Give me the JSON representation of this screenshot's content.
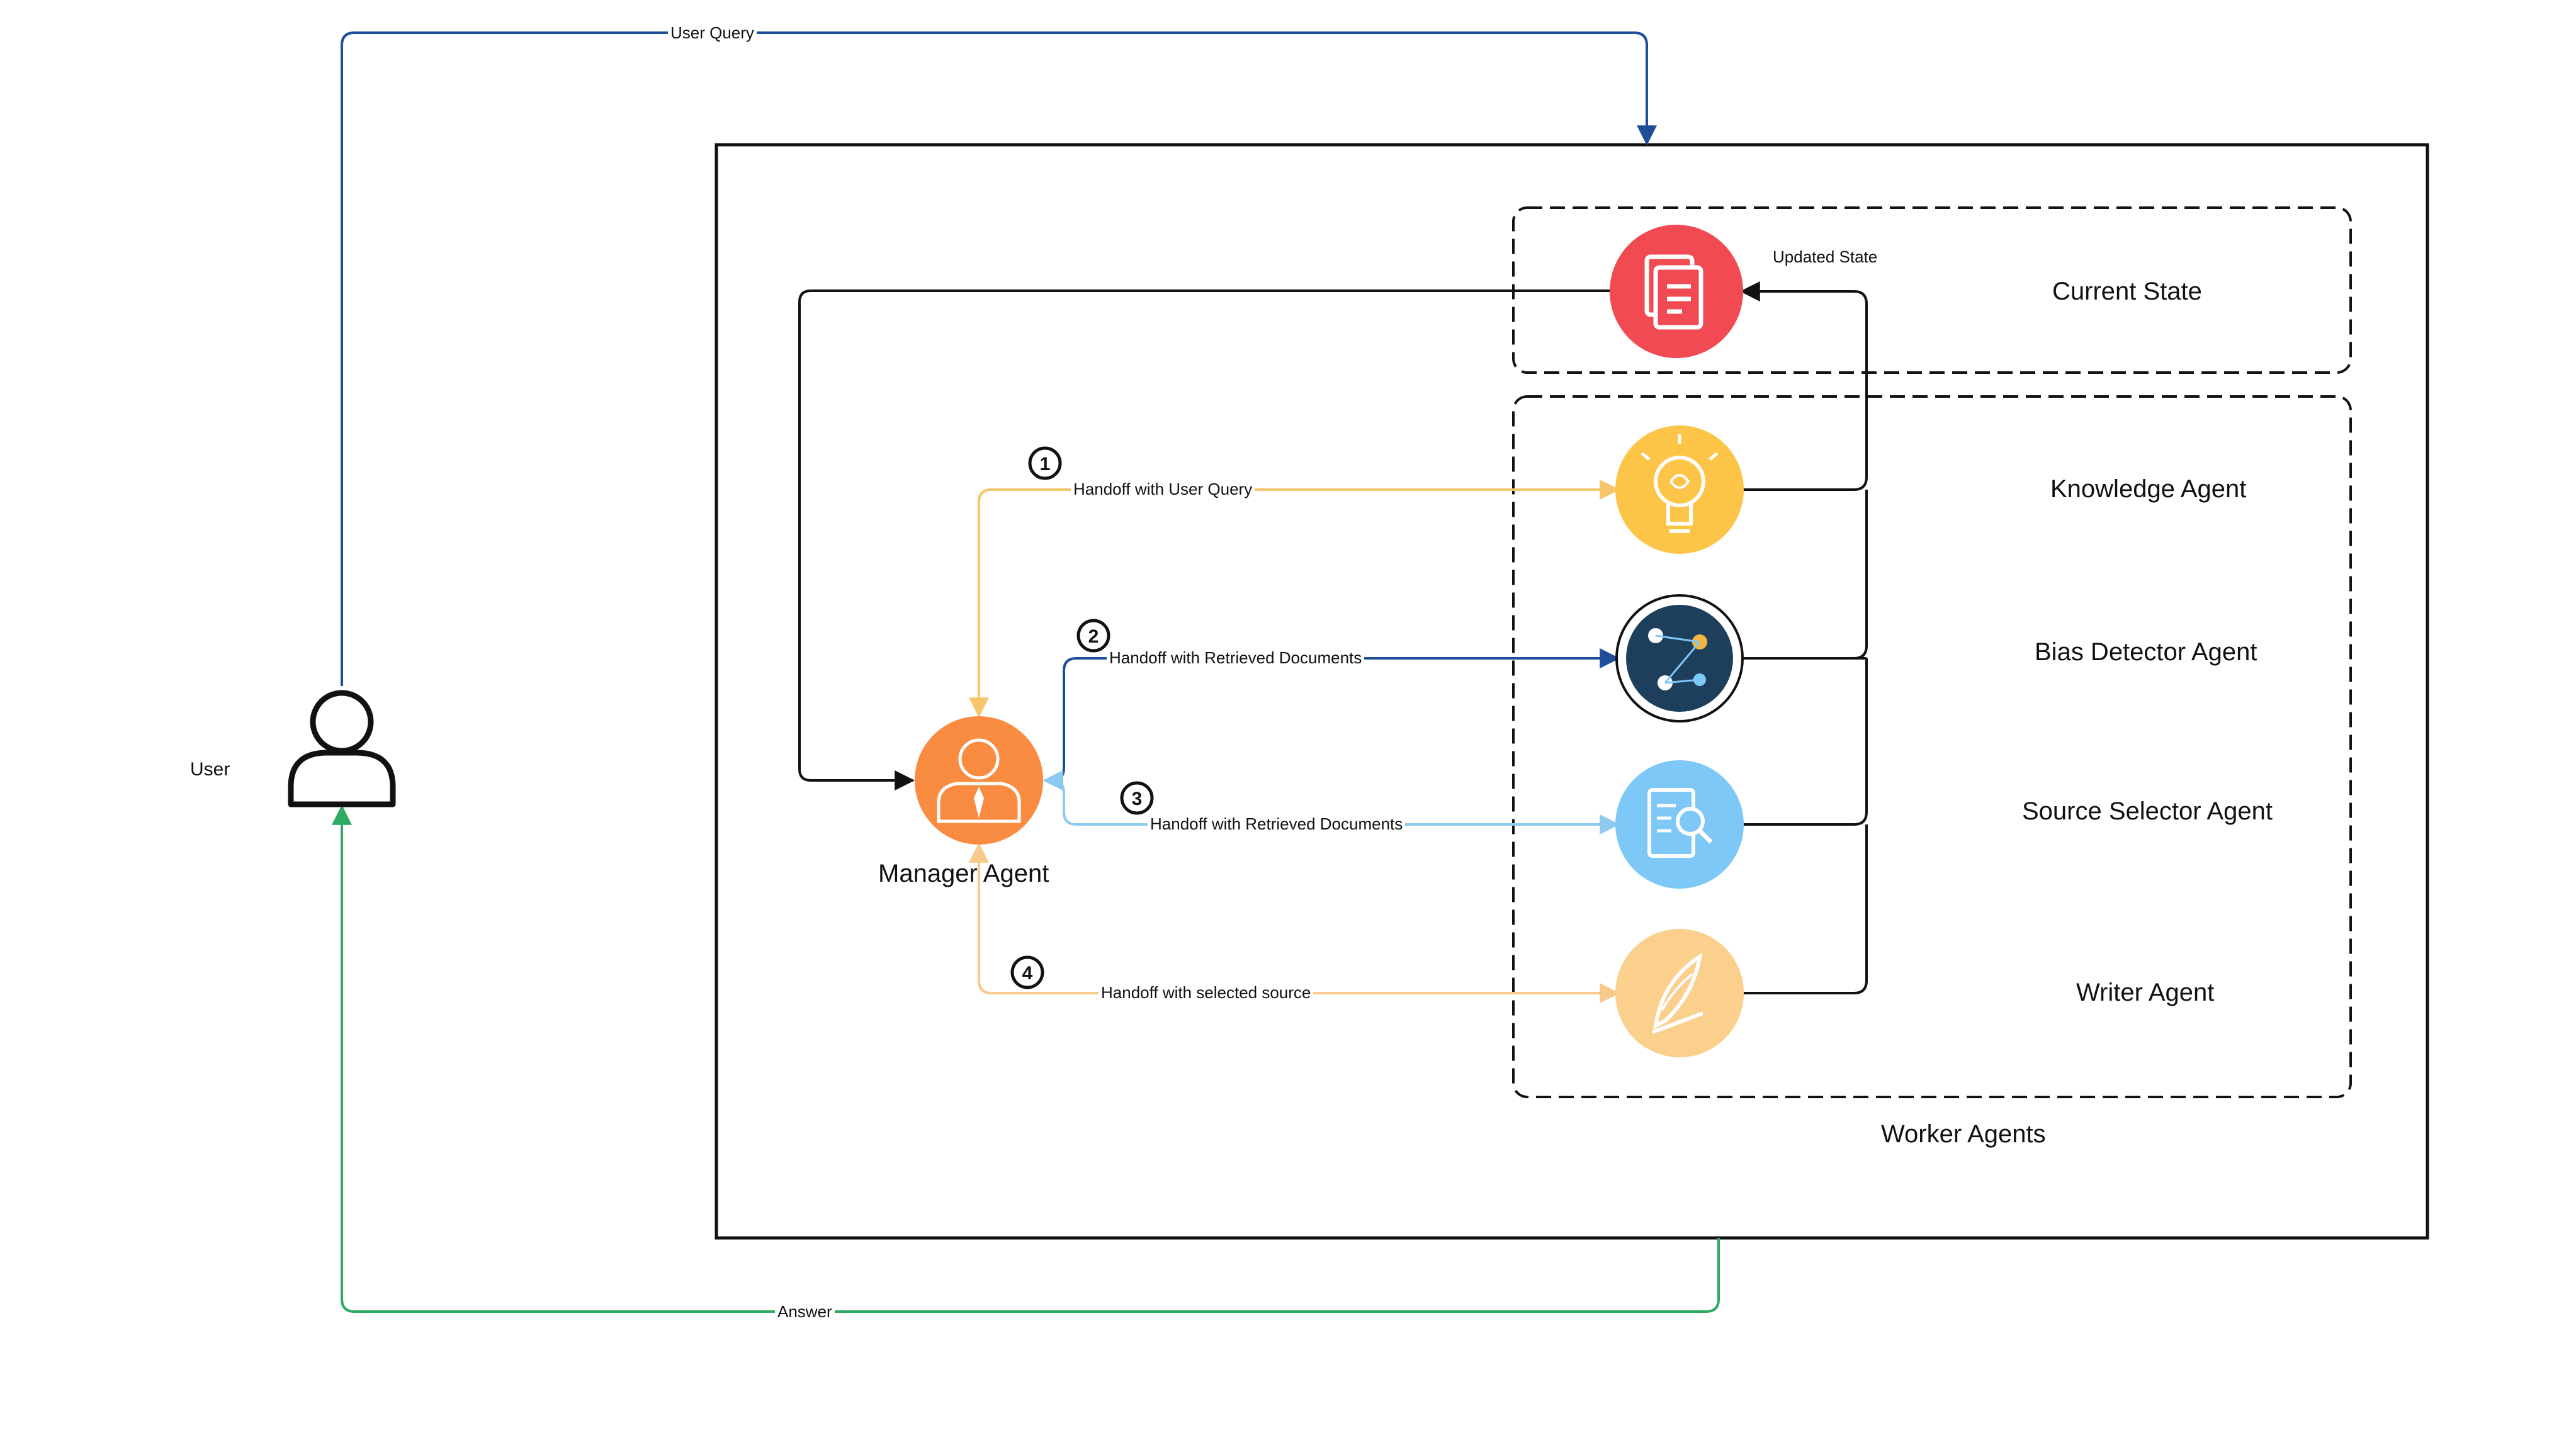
{
  "labels": {
    "user": "User",
    "user_query": "User Query",
    "answer": "Answer",
    "manager_agent": "Manager Agent",
    "updated_state": "Updated State",
    "current_state": "Current State",
    "knowledge_agent": "Knowledge Agent",
    "bias_detector_agent": "Bias Detector Agent",
    "source_selector_agent": "Source Selector Agent",
    "writer_agent": "Writer Agent",
    "worker_agents": "Worker Agents"
  },
  "handoffs": [
    {
      "step": "1",
      "label": "Handoff with User Query"
    },
    {
      "step": "2",
      "label": "Handoff with Retrieved Documents"
    },
    {
      "step": "3",
      "label": "Handoff with Retrieved Documents"
    },
    {
      "step": "4",
      "label": "Handoff with selected source"
    }
  ],
  "icons": {
    "user": "user-icon",
    "manager": "manager-agent-icon",
    "current_state": "document-icon",
    "knowledge": "lightbulb-brain-icon",
    "bias": "people-network-icon",
    "source": "document-search-icon",
    "writer": "quill-icon"
  },
  "colors": {
    "user_query_line": "#1f4e99",
    "answer_line": "#2daa64",
    "handoff_1": "#f7c66b",
    "handoff_2": "#1f4e99",
    "handoff_3": "#8ecaf0",
    "handoff_4": "#f7c98a",
    "manager": "#f98c40",
    "current_state": "#f24a52",
    "knowledge": "#fcc547",
    "bias_bg": "#ffffff",
    "source": "#7dc8f7",
    "writer": "#fbcf8c"
  }
}
